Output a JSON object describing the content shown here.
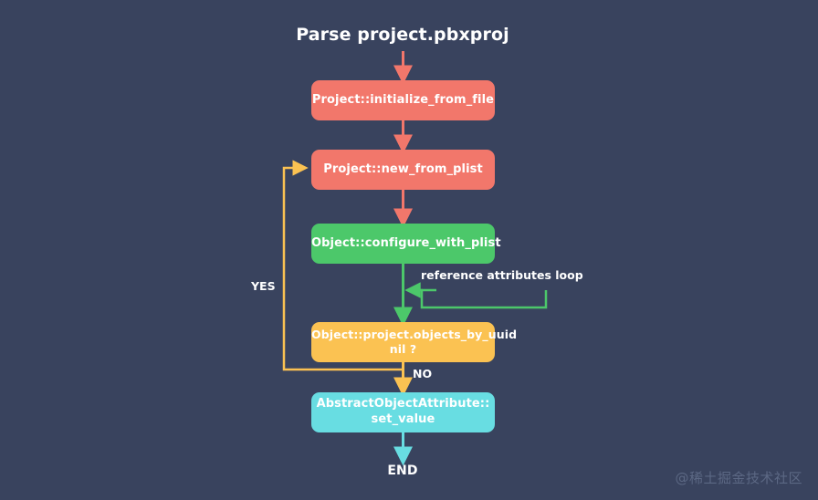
{
  "diagram": {
    "title": "Parse project.pbxproj",
    "background_color": "#39435e",
    "nodes": [
      {
        "id": "title",
        "label": "Parse project.pbxproj",
        "type": "title",
        "color": "#ffffff"
      },
      {
        "id": "initialize",
        "label": "Project::initialize_from_file",
        "type": "process",
        "color": "#f2776b"
      },
      {
        "id": "new_from_plist",
        "label": "Project::new_from_plist",
        "type": "process",
        "color": "#f2776b"
      },
      {
        "id": "configure",
        "label": "Object::configure_with_plist",
        "type": "process",
        "color": "#4cc86a"
      },
      {
        "id": "objects_by_uuid",
        "label": "Object::project.objects_by_uuid\nnil ?",
        "type": "decision",
        "color": "#fbc252"
      },
      {
        "id": "set_value",
        "label": "AbstractObjectAttribute::\nset_value",
        "type": "process",
        "color": "#68dde2"
      },
      {
        "id": "end",
        "label": "END",
        "type": "terminator",
        "color": "#ffffff"
      }
    ],
    "edge_labels": {
      "yes": "YES",
      "no": "NO",
      "reference_loop": "reference attributes loop"
    },
    "edge_colors": {
      "red": "#f2776b",
      "green": "#4cc86a",
      "yellow": "#fbc252",
      "cyan": "#68dde2"
    }
  },
  "watermark": {
    "text": "@稀土掘金技术社区"
  }
}
